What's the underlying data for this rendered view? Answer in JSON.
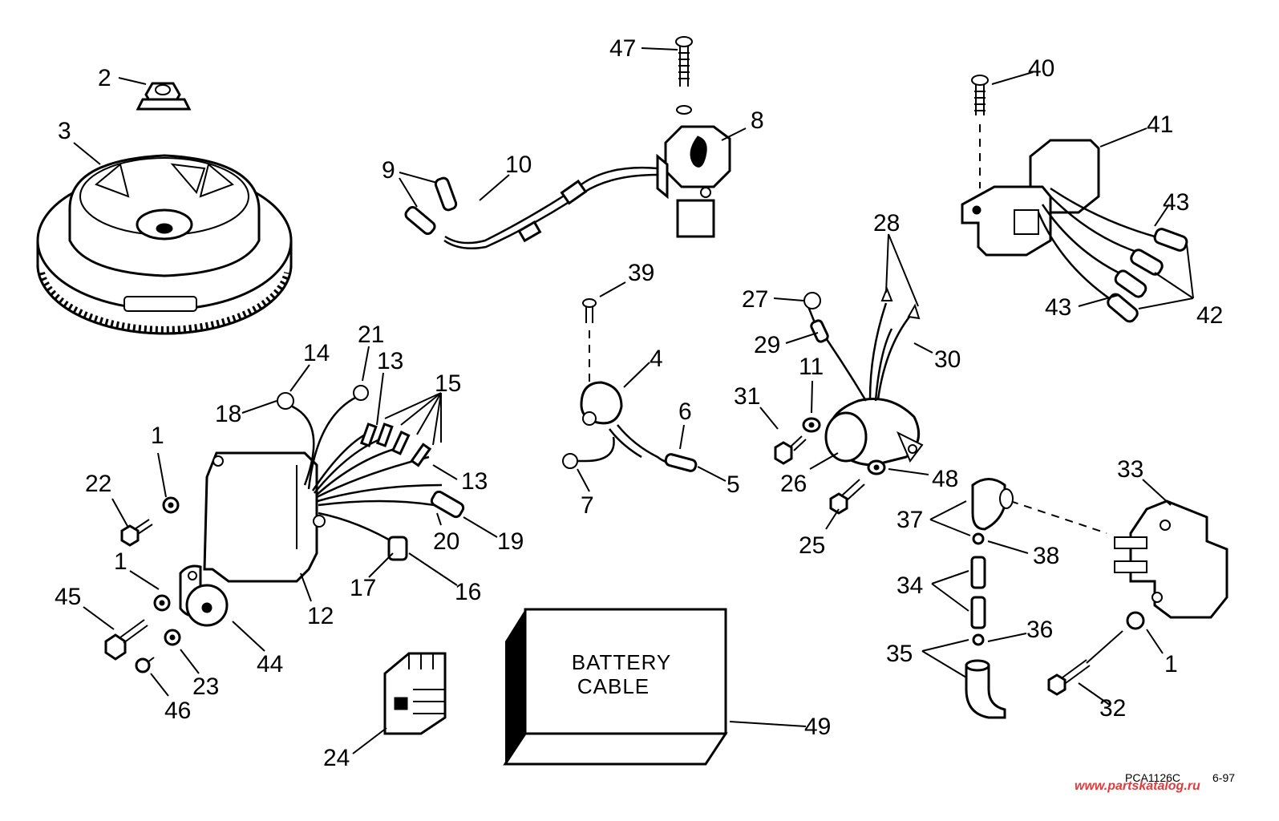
{
  "callouts": [
    "2",
    "3",
    "47",
    "8",
    "9",
    "10",
    "40",
    "41",
    "43",
    "42",
    "43",
    "28",
    "27",
    "29",
    "30",
    "39",
    "4",
    "6",
    "5",
    "7",
    "21",
    "14",
    "13",
    "15",
    "18",
    "13",
    "1",
    "22",
    "20",
    "19",
    "12",
    "17",
    "16",
    "1",
    "45",
    "44",
    "23",
    "46",
    "11",
    "31",
    "26",
    "48",
    "25",
    "33",
    "37",
    "38",
    "34",
    "36",
    "35",
    "1",
    "32",
    "49",
    "24"
  ],
  "battery_cable": {
    "line1": "BATTERY",
    "line2": "CABLE"
  },
  "drawing_code": "PCA1126C",
  "drawing_date": "6-97",
  "watermark": "www.partskatalog.ru"
}
